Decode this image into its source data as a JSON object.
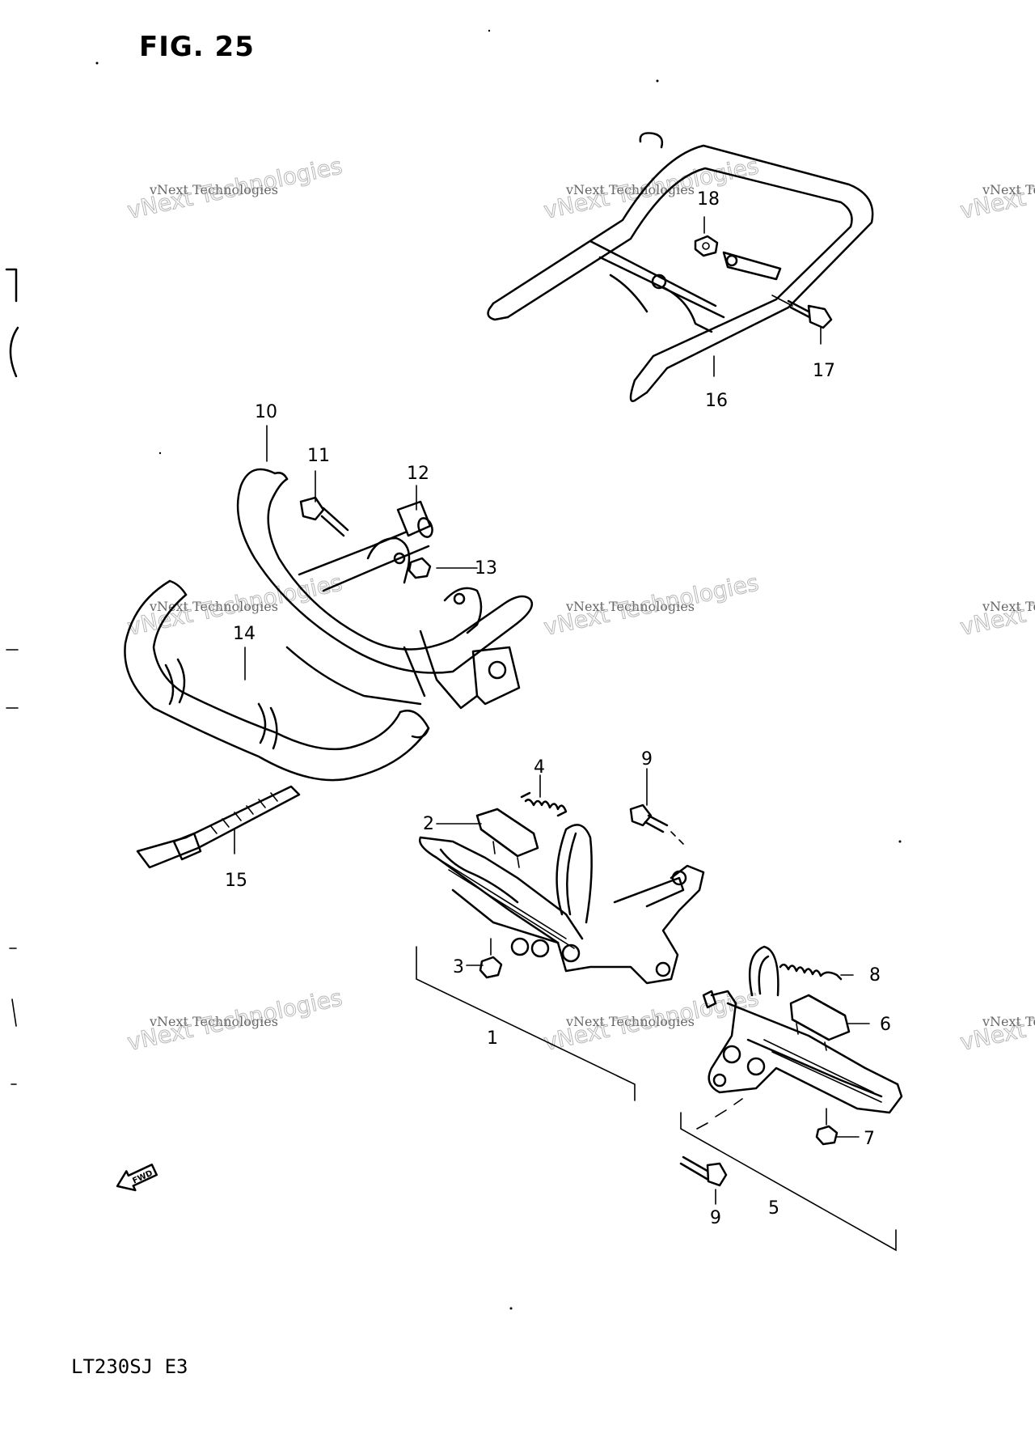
{
  "figure": {
    "title": "FIG. 25",
    "model": "LT230SJ E3"
  },
  "watermark": {
    "line1": "vNext Technologies",
    "line2": "vNext Technologies"
  },
  "callouts": {
    "c1": "1",
    "c2": "2",
    "c3": "3",
    "c4": "4",
    "c5": "5",
    "c6": "6",
    "c7": "7",
    "c8": "8",
    "c9a": "9",
    "c9b": "9",
    "c10": "10",
    "c11": "11",
    "c12": "12",
    "c13": "13",
    "c14": "14",
    "c15": "15",
    "c16": "16",
    "c17": "17",
    "c18": "18"
  },
  "fwd_icon": {
    "label": "FWD",
    "icon": "forward-arrow-icon"
  }
}
